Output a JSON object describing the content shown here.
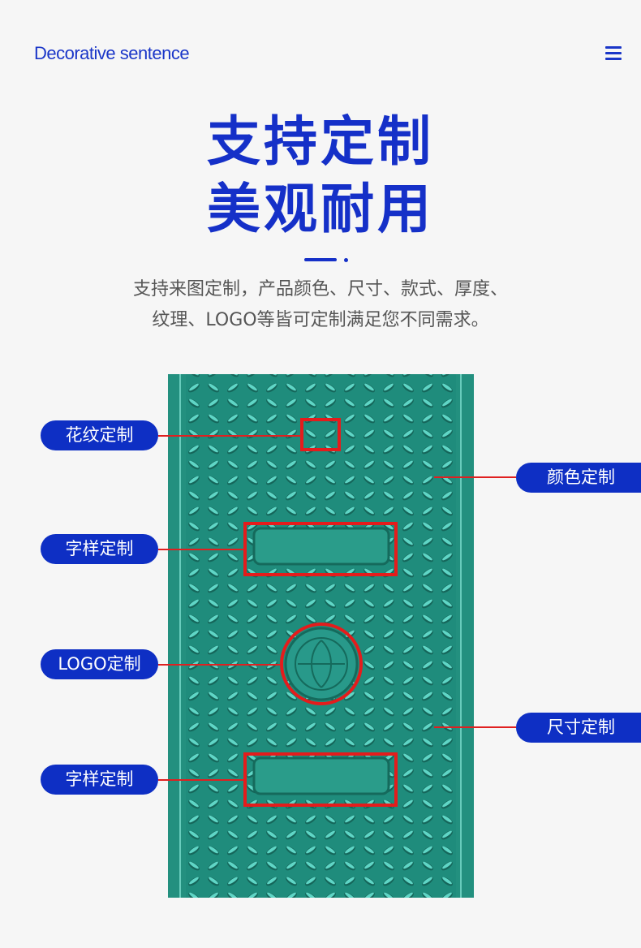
{
  "header": {
    "title": "Decorative sentence",
    "menu_icon": "hamburger-icon"
  },
  "headline": {
    "line1": "支持定制",
    "line2": "美观耐用"
  },
  "description": {
    "line1": "支持来图定制，产品颜色、尺寸、款式、厚度、",
    "line2": "纹理、LOGO等皆可定制满足您不同需求。"
  },
  "colors": {
    "accent": "#1530c8",
    "cover": "#23907f",
    "highlight": "#e41c1c"
  },
  "callouts": {
    "pattern": "花纹定制",
    "color": "颜色定制",
    "lettering1": "字样定制",
    "logo": "LOGO定制",
    "size": "尺寸定制",
    "lettering2": "字样定制"
  }
}
